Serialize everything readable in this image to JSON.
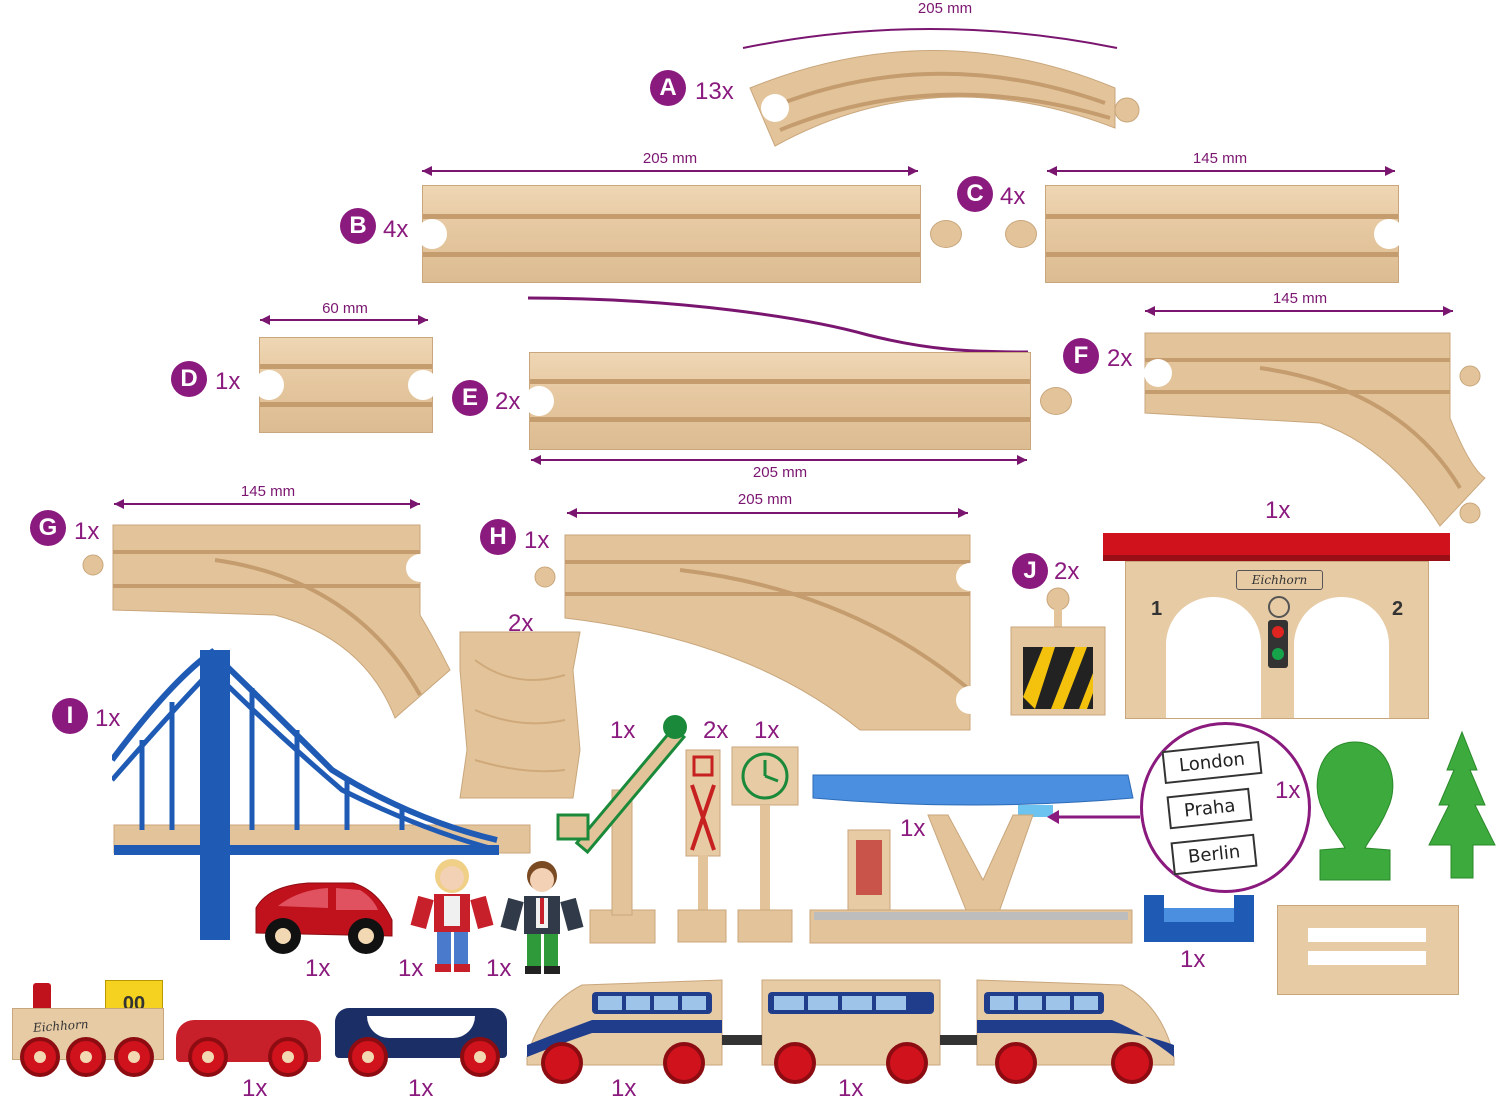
{
  "pieces": {
    "A": {
      "letter": "A",
      "qty": "13x",
      "dim": "205 mm"
    },
    "B": {
      "letter": "B",
      "qty": "4x",
      "dim": "205 mm"
    },
    "C": {
      "letter": "C",
      "qty": "4x",
      "dim": "145 mm"
    },
    "D": {
      "letter": "D",
      "qty": "1x",
      "dim": "60 mm"
    },
    "E": {
      "letter": "E",
      "qty": "2x",
      "dim": "205 mm"
    },
    "F": {
      "letter": "F",
      "qty": "2x",
      "dim": "145 mm"
    },
    "G": {
      "letter": "G",
      "qty": "1x",
      "dim": "145 mm"
    },
    "H": {
      "letter": "H",
      "qty": "1x",
      "dim": "205 mm"
    },
    "I": {
      "letter": "I",
      "qty": "1x"
    },
    "J": {
      "letter": "J",
      "qty": "2x"
    }
  },
  "items": {
    "station_qty": "1x",
    "ramp_qty": "2x",
    "crossing_qty": "1x",
    "sign_qty": "2x",
    "clock_qty": "1x",
    "platform_qty": "1x",
    "signs_qty": "1x",
    "bench_qty": "1x",
    "car_qty": "1x",
    "figure1_qty": "1x",
    "figure2_qty": "1x",
    "loco_qty": "1x",
    "wagon_qty": "1x",
    "train_front_qty": "1x",
    "train_mid_qty": "1x"
  },
  "destination_signs": [
    "London",
    "Praha",
    "Berlin"
  ],
  "station_sign": "Eichhorn",
  "loco_brand": "Eichhorn",
  "loco_number": "00",
  "station_track_numbers": [
    "1",
    "2"
  ],
  "colors": {
    "accent": "#8a1a7e",
    "wood": "#e5c79f",
    "bridge": "#1f5bb5",
    "roof": "#d0121d"
  }
}
